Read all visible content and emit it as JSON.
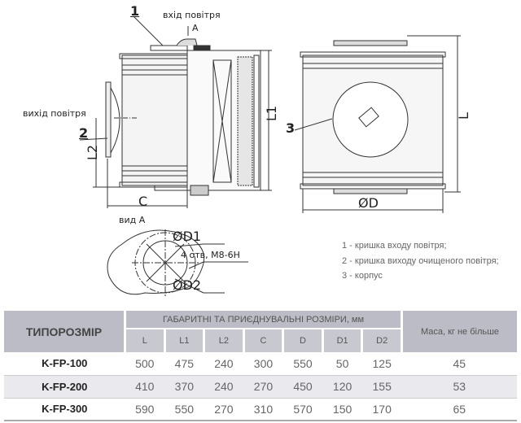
{
  "drawing": {
    "callouts": {
      "one": "1",
      "two": "2",
      "three": "3"
    },
    "air_in": "вхід повітря",
    "arrow_a": "A",
    "air_out": "вихід повітря",
    "dims": {
      "L1": "L1",
      "L2": "L2",
      "C": "C",
      "L": "L",
      "D": "ØD"
    },
    "view_a": {
      "title": "вид А",
      "d1": "ØD1",
      "holes": "4 отв, M8-6H",
      "d2": "ØD2"
    }
  },
  "legend": [
    "1 - кришка входу повітря;",
    "2 - кришка виходу очищеного повітря;",
    "3 - корпус"
  ],
  "table": {
    "type_header": "ТИПОРОЗМІР",
    "dims_header": "ГАБАРИТНІ ТА ПРИЄДНУВАЛЬНІ РОЗМІРИ, мм",
    "mass_header": "Маса, кг не більше",
    "columns": [
      "L",
      "L1",
      "L2",
      "C",
      "D",
      "D1",
      "D2"
    ],
    "rows": [
      {
        "name": "K-FP-100",
        "values": [
          "500",
          "475",
          "240",
          "300",
          "550",
          "50",
          "125"
        ],
        "mass": "45"
      },
      {
        "name": "K-FP-200",
        "values": [
          "410",
          "370",
          "240",
          "270",
          "450",
          "120",
          "155"
        ],
        "mass": "53"
      },
      {
        "name": "K-FP-300",
        "values": [
          "590",
          "550",
          "270",
          "310",
          "570",
          "150",
          "170"
        ],
        "mass": "65"
      }
    ]
  }
}
